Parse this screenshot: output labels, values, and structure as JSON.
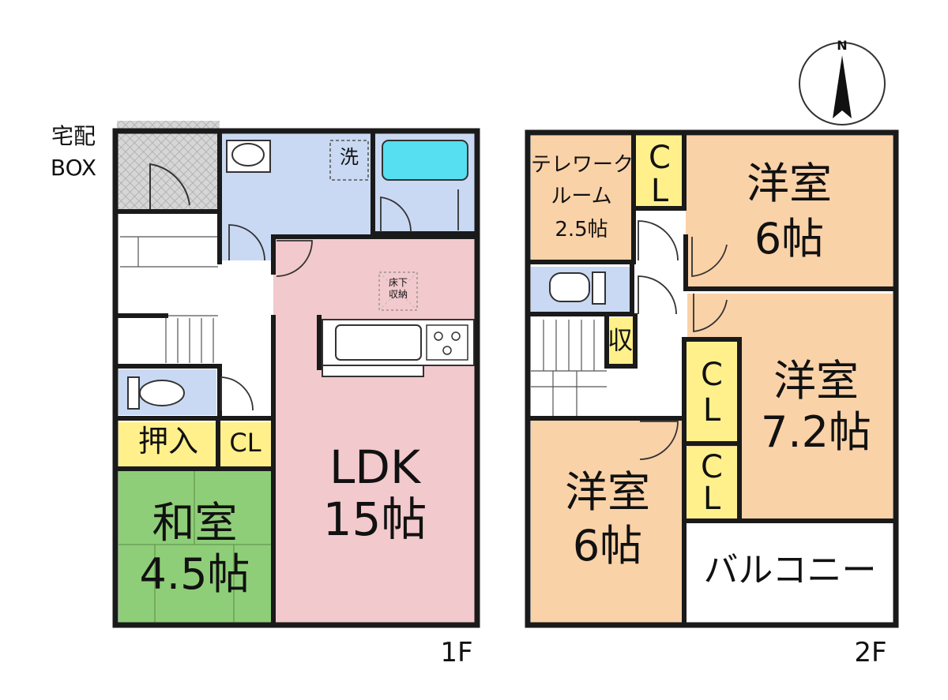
{
  "plan": {
    "first_floor": {
      "label": "1F",
      "delivery_box": [
        "宅配",
        "BOX"
      ],
      "wash": "洗",
      "underfloor_storage": [
        "床下",
        "収納"
      ],
      "oshiire": "押入",
      "closet": "CL",
      "japanese_room": [
        "和室",
        "4.5帖"
      ],
      "ldk": [
        "LDK",
        "15帖"
      ]
    },
    "second_floor": {
      "label": "2F",
      "telework": [
        "テレワーク",
        "ルーム",
        "2.5帖"
      ],
      "closet_top": [
        "C",
        "L"
      ],
      "bedroom_ne": [
        "洋室",
        "6帖"
      ],
      "storage": "収",
      "closet_mid_a": [
        "C",
        "L"
      ],
      "closet_mid_b": [
        "C",
        "L"
      ],
      "bedroom_e": [
        "洋室",
        "7.2帖"
      ],
      "bedroom_sw": [
        "洋室",
        "6帖"
      ],
      "balcony": "バルコニー"
    },
    "compass": "N"
  },
  "colors": {
    "wall": "#1a1a1a",
    "wet_area": "#c9d9f3",
    "bathtub": "#55dff0",
    "ldk": "#f2c9cc",
    "washitsu": "#8fce78",
    "closet": "#fff08c",
    "bedroom": "#fad2a8",
    "outdoor_box": "#d0d0d0"
  }
}
